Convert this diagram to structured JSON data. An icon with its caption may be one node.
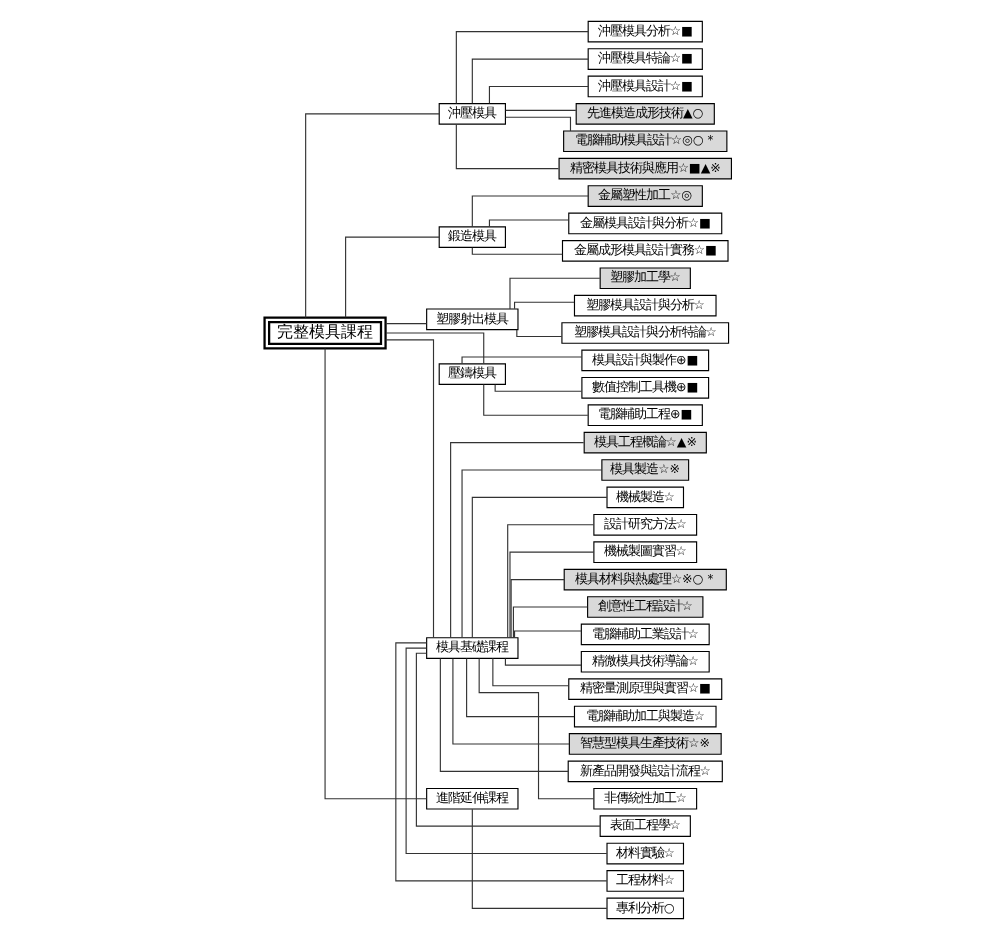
{
  "diagram": {
    "nodes": [
      {
        "text": [
          "完整模具課程"
        ]
      },
      {
        "text": [
          "沖壓模具"
        ]
      },
      {
        "text": [
          "沖壓模具分析☆■"
        ]
      },
      {
        "text": [
          "沖壓模具特論☆■"
        ]
      },
      {
        "text": [
          "沖壓模具設計☆■"
        ]
      },
      {
        "text": [
          "先進模造成形技術▲○"
        ]
      },
      {
        "text": [
          "電腦輔助模具設計☆◎○＊"
        ]
      },
      {
        "text": [
          "精密模具技術與應用☆■▲※"
        ]
      },
      {
        "text": [
          "鍛造模具"
        ]
      },
      {
        "text": [
          "金屬塑性加工☆◎"
        ]
      },
      {
        "text": [
          "金屬模具設計與分析☆■"
        ]
      },
      {
        "text": [
          "金屬成形模具設計實務☆■"
        ]
      },
      {
        "text": [
          "塑膠射出模具"
        ]
      },
      {
        "text": [
          "塑膠加工學☆"
        ]
      },
      {
        "text": [
          "塑膠模具設計與分析☆"
        ]
      },
      {
        "text": [
          "塑膠模具設計與分析特論☆"
        ]
      },
      {
        "text": [
          "壓鑄模具"
        ]
      },
      {
        "text": [
          "模具設計與製作⊕■"
        ]
      },
      {
        "text": [
          "數值控制工具機⊕■"
        ]
      },
      {
        "text": [
          "電腦輔助工程⊕■"
        ]
      },
      {
        "text": [
          "模具基礎課程"
        ]
      },
      {
        "text": [
          "模具工程概論☆▲※"
        ]
      },
      {
        "text": [
          "模具製造☆※"
        ]
      },
      {
        "text": [
          "機械製造☆"
        ]
      },
      {
        "text": [
          "設計研究方法☆"
        ]
      },
      {
        "text": [
          "機械製圖實習☆"
        ]
      },
      {
        "text": [
          "模具材料與熱處理☆※○＊"
        ]
      },
      {
        "text": [
          "創意性工程設計☆"
        ]
      },
      {
        "text": [
          "電腦輔助工業設計☆"
        ]
      },
      {
        "text": [
          "精微模具技術導論☆"
        ]
      },
      {
        "text": [
          "精密量測原理與實習☆■"
        ]
      },
      {
        "text": [
          "電腦輔助加工與製造☆"
        ]
      },
      {
        "text": [
          "智慧型模具生產技術☆※"
        ]
      },
      {
        "text": [
          "新產品開發與設計流程☆"
        ]
      },
      {
        "text": [
          "非傳統性加工☆"
        ]
      },
      {
        "text": [
          "表面工程學☆"
        ]
      },
      {
        "text": [
          "材料實驗☆"
        ]
      },
      {
        "text": [
          "工程材料☆"
        ]
      },
      {
        "text": [
          "進階延伸課程"
        ]
      },
      {
        "text": [
          "專利分析○"
        ]
      }
    ],
    "edges": [
      {
        "from": 0,
        "to": 1,
        "arrow": "none"
      },
      {
        "from": 1,
        "to": 2,
        "arrow": "none"
      },
      {
        "from": 1,
        "to": 3,
        "arrow": "none"
      },
      {
        "from": 1,
        "to": 4,
        "arrow": "none"
      },
      {
        "from": 1,
        "to": 5,
        "arrow": "none"
      },
      {
        "from": 1,
        "to": 6,
        "arrow": "none"
      },
      {
        "from": 1,
        "to": 7,
        "arrow": "none"
      },
      {
        "from": 0,
        "to": 8,
        "arrow": "none"
      },
      {
        "from": 8,
        "to": 9,
        "arrow": "none"
      },
      {
        "from": 8,
        "to": 10,
        "arrow": "none"
      },
      {
        "from": 8,
        "to": 11,
        "arrow": "none"
      },
      {
        "from": 0,
        "to": 12,
        "arrow": "none"
      },
      {
        "from": 12,
        "to": 13,
        "arrow": "none"
      },
      {
        "from": 12,
        "to": 14,
        "arrow": "none"
      },
      {
        "from": 12,
        "to": 15,
        "arrow": "none"
      },
      {
        "from": 0,
        "to": 16,
        "arrow": "none"
      },
      {
        "from": 16,
        "to": 17,
        "arrow": "none"
      },
      {
        "from": 16,
        "to": 18,
        "arrow": "none"
      },
      {
        "from": 16,
        "to": 19,
        "arrow": "none"
      },
      {
        "from": 0,
        "to": 20,
        "arrow": "none"
      },
      {
        "from": 20,
        "to": 21,
        "arrow": "none"
      },
      {
        "from": 20,
        "to": 22,
        "arrow": "none"
      },
      {
        "from": 20,
        "to": 23,
        "arrow": "none"
      },
      {
        "from": 20,
        "to": 24,
        "arrow": "none"
      },
      {
        "from": 20,
        "to": 25,
        "arrow": "none"
      },
      {
        "from": 20,
        "to": 26,
        "arrow": "none"
      },
      {
        "from": 20,
        "to": 27,
        "arrow": "none"
      },
      {
        "from": 20,
        "to": 28,
        "arrow": "none"
      },
      {
        "from": 20,
        "to": 29,
        "arrow": "none"
      },
      {
        "from": 20,
        "to": 30,
        "arrow": "none"
      },
      {
        "from": 20,
        "to": 31,
        "arrow": "none"
      },
      {
        "from": 20,
        "to": 32,
        "arrow": "none"
      },
      {
        "from": 20,
        "to": 33,
        "arrow": "none"
      },
      {
        "from": 20,
        "to": 34,
        "arrow": "none"
      },
      {
        "from": 20,
        "to": 35,
        "arrow": "none"
      },
      {
        "from": 20,
        "to": 36,
        "arrow": "none"
      },
      {
        "from": 20,
        "to": 37,
        "arrow": "none"
      },
      {
        "from": 0,
        "to": 38,
        "arrow": "none"
      },
      {
        "from": 38,
        "to": 39,
        "arrow": "none"
      }
    ]
  }
}
